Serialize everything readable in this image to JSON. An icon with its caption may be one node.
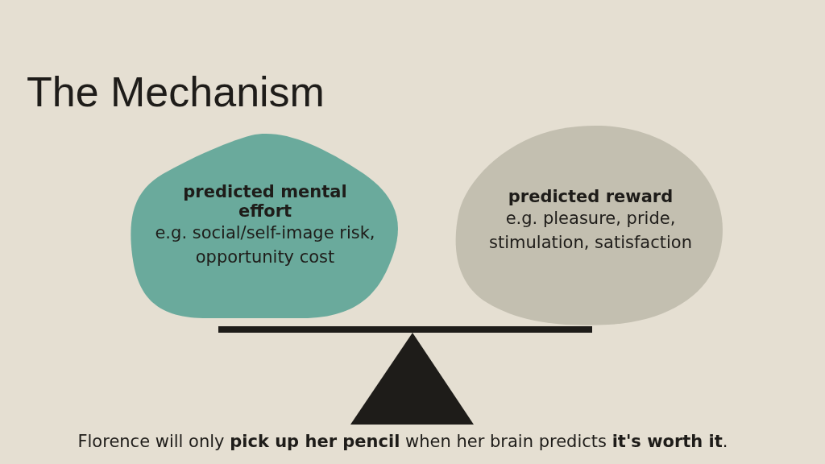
{
  "diagram": {
    "title": "The Mechanism",
    "caption": "Florence will only **pick up her pencil** when her brain predicts **it's worth it**.",
    "nodes": [
      {
        "text": [
          "predicted mental effort",
          "e.g. social/self-image risk, opportunity cost"
        ]
      },
      {
        "text": [
          "predicted reward",
          "e.g. pleasure, pride, stimulation, satisfaction"
        ]
      }
    ]
  }
}
